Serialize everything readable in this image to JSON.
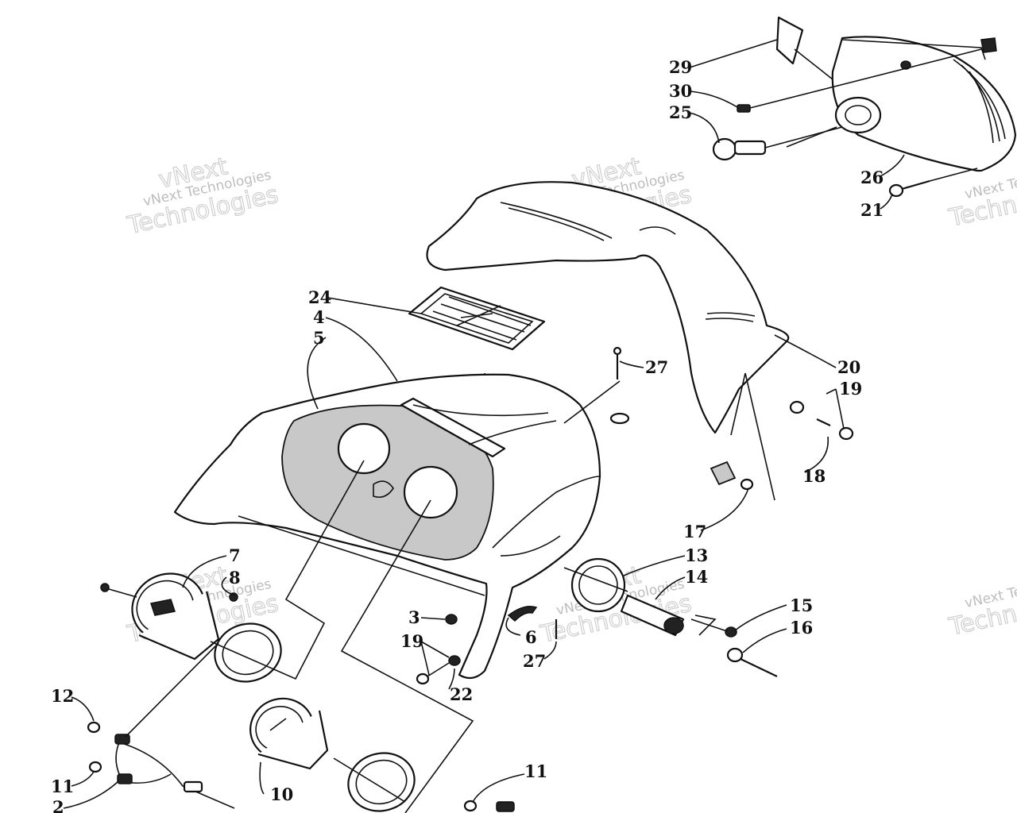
{
  "callouts": [
    {
      "label": "29"
    },
    {
      "label": "30"
    },
    {
      "label": "25"
    },
    {
      "label": "26"
    },
    {
      "label": "21"
    },
    {
      "label": "24"
    },
    {
      "label": "4"
    },
    {
      "label": "5"
    },
    {
      "label": "27"
    },
    {
      "label": "20"
    },
    {
      "label": "19"
    },
    {
      "label": "18"
    },
    {
      "label": "17"
    },
    {
      "label": "13"
    },
    {
      "label": "14"
    },
    {
      "label": "7"
    },
    {
      "label": "8"
    },
    {
      "label": "3"
    },
    {
      "label": "19"
    },
    {
      "label": "6"
    },
    {
      "label": "27"
    },
    {
      "label": "22"
    },
    {
      "label": "15"
    },
    {
      "label": "16"
    },
    {
      "label": "12"
    },
    {
      "label": "11"
    },
    {
      "label": "2"
    },
    {
      "label": "10"
    },
    {
      "label": "11"
    }
  ],
  "watermark": {
    "line1": "vNext Technologies",
    "line2": "vNext",
    "line3": "Technologies",
    "partial": "vNext Te",
    "partial_big": "Technol"
  }
}
